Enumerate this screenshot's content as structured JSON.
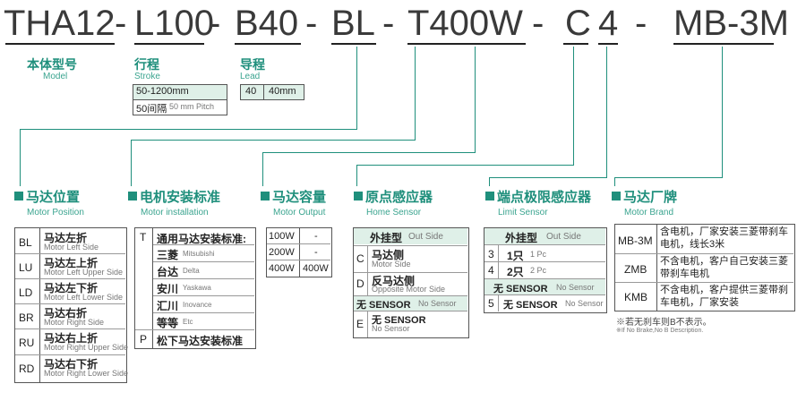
{
  "model_code": {
    "parts": [
      "THA12",
      "-",
      "L100",
      "-",
      "B40",
      "-",
      "BL",
      "-",
      "T400W",
      "-",
      "C",
      "4",
      "-",
      "MB-3M"
    ]
  },
  "model_label": {
    "cn": "本体型号",
    "en": "Model"
  },
  "stroke": {
    "cn": "行程",
    "en": "Stroke",
    "range": "50-1200mm",
    "pitch_cn": "50间隔",
    "pitch_en": "50 mm Pitch"
  },
  "lead": {
    "cn": "导程",
    "en": "Lead",
    "code": "40",
    "value": "40mm"
  },
  "motor_position": {
    "cn": "马达位置",
    "en": "Motor Position",
    "rows": [
      {
        "code": "BL",
        "cn": "马达左折",
        "en": "Motor Left Side"
      },
      {
        "code": "LU",
        "cn": "马达左上折",
        "en": "Motor Left Upper Side"
      },
      {
        "code": "LD",
        "cn": "马达左下折",
        "en": "Motor Left Lower Side"
      },
      {
        "code": "BR",
        "cn": "马达右折",
        "en": "Motor Right Side"
      },
      {
        "code": "RU",
        "cn": "马达右上折",
        "en": "Motor Right Upper Side"
      },
      {
        "code": "RD",
        "cn": "马达右下折",
        "en": "Motor Right Lower Side"
      }
    ]
  },
  "motor_installation": {
    "cn": "电机安装标准",
    "en": "Motor installation",
    "rows": [
      {
        "code": "T",
        "cn": "通用马达安装标准:",
        "en": ""
      },
      {
        "code": "",
        "cn": "三菱",
        "en": "Mitsubishi"
      },
      {
        "code": "",
        "cn": "台达",
        "en": "Delta"
      },
      {
        "code": "",
        "cn": "安川",
        "en": "Yaskawa"
      },
      {
        "code": "",
        "cn": "汇川",
        "en": "Inovance"
      },
      {
        "code": "",
        "cn": "等等",
        "en": "Etc"
      },
      {
        "code": "P",
        "cn": "松下马达安装标准",
        "en": ""
      }
    ]
  },
  "motor_output": {
    "cn": "马达容量",
    "en": "Motor Output",
    "rows": [
      {
        "code": "100W",
        "value": "-"
      },
      {
        "code": "200W",
        "value": "-"
      },
      {
        "code": "400W",
        "value": "400W"
      }
    ]
  },
  "home_sensor": {
    "cn": "原点感应器",
    "en": "Home Sensor",
    "header_cn": "外挂型",
    "header_en": "Out Side",
    "rows": [
      {
        "code": "C",
        "cn": "马达侧",
        "en": "Motor Side"
      },
      {
        "code": "D",
        "cn": "反马达侧",
        "en": "Opposite Motor Side"
      },
      {
        "code": "",
        "cn": "无 SENSOR",
        "en": "No Sensor"
      },
      {
        "code": "E",
        "cn": "无 SENSOR",
        "en": "No Sensor"
      }
    ]
  },
  "limit_sensor": {
    "cn": "端点极限感应器",
    "en": "Limit Sensor",
    "header_cn": "外挂型",
    "header_en": "Out Side",
    "rows": [
      {
        "code": "3",
        "cn": "1只",
        "en": "1 Pc"
      },
      {
        "code": "4",
        "cn": "2只",
        "en": "2 Pc"
      },
      {
        "code": "",
        "cn": "无 SENSOR",
        "en": "No Sensor"
      },
      {
        "code": "5",
        "cn": "无 SENSOR",
        "en": "No Sensor"
      }
    ]
  },
  "motor_brand": {
    "cn": "马达厂牌",
    "en": "Motor Brand",
    "rows": [
      {
        "code": "MB-3M",
        "desc": "含电机，厂家安装三菱带刹车电机，线长3米"
      },
      {
        "code": "ZMB",
        "desc": "不含电机，客户自己安装三菱带刹车电机"
      },
      {
        "code": "KMB",
        "desc": "不含电机，客户提供三菱带刹车电机，厂家安装"
      }
    ],
    "note_cn": "※若无刹车则B不表示。",
    "note_en": "※If No Brake,No B Description."
  }
}
